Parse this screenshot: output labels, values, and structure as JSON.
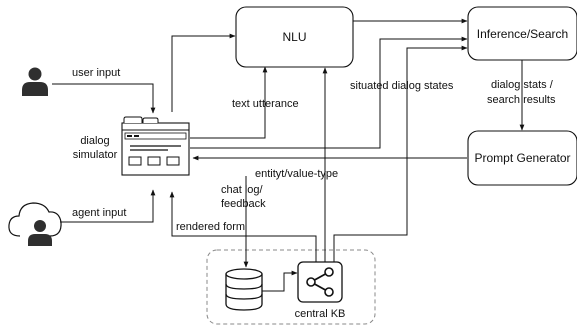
{
  "nodes": {
    "nlu": "NLU",
    "inference": "Inference/Search",
    "prompt": "Prompt Generator",
    "dialog_simulator": [
      "dialog",
      "simulator"
    ],
    "central_kb": "central KB"
  },
  "edge_labels": {
    "user_input": "user input",
    "agent_input": "agent input",
    "text_utterance": "text utterance",
    "situated_dialog_states": "situated dialog states",
    "dialog_stats": [
      "dialog stats /",
      "search results"
    ],
    "entity_value_type": "entityt/value-type",
    "chat_log": [
      "chat log/",
      "feedback"
    ],
    "rendered_form": "rendered form"
  },
  "icons": {
    "user": "user-icon",
    "agent": "cloud-user-icon",
    "simulator": "browser-window-icon",
    "database": "database-icon",
    "share": "share-icon"
  },
  "colors": {
    "stroke": "#111111",
    "icon_fill": "#2f2f2f",
    "group_border": "#888888"
  }
}
